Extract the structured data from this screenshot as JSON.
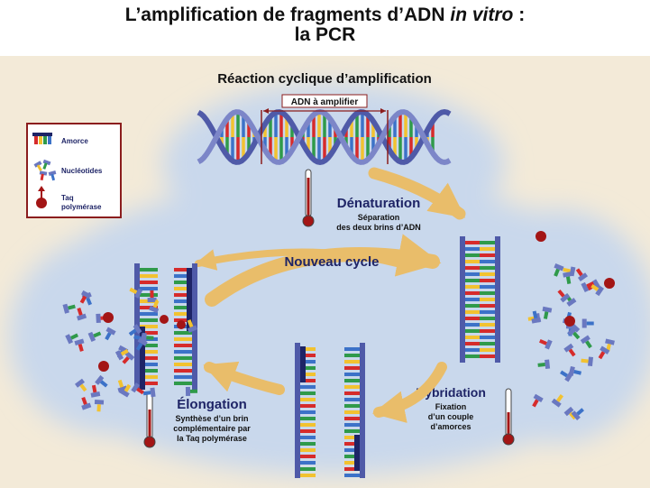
{
  "title": {
    "line1_prefix": "L’amplification de fragments d’ADN ",
    "line1_italic": "in vitro",
    "line1_suffix": " :",
    "line2": "la PCR"
  },
  "diagram": {
    "header": "Réaction cyclique d’amplification",
    "dna_label": "ADN à amplifier",
    "center_label": "Nouveau cycle",
    "steps": {
      "denaturation": {
        "title": "Dénaturation",
        "desc1": "Séparation",
        "desc2": "des deux brins d’ADN"
      },
      "hybridation": {
        "title": "Hybridation",
        "desc1": "Fixation",
        "desc2": "d’un couple",
        "desc3": "d’amorces"
      },
      "elongation": {
        "title": "Élongation",
        "desc1": "Synthèse d’un brin",
        "desc2": "complémentaire par",
        "desc3": "la Taq polymérase"
      }
    },
    "legend": {
      "items": [
        {
          "label": "Amorce",
          "icon": "primer-icon"
        },
        {
          "label": "Nucléotides",
          "icon": "nucleotides-icon"
        },
        {
          "label1": "Taq",
          "label2": "polymérase",
          "icon": "polymerase-icon"
        }
      ]
    }
  },
  "colors": {
    "background_panel": "#f3ead8",
    "cloud": "#c9d8ec",
    "arrow": "#e9bd6a",
    "backbone": "#4f5aa8",
    "legend_border": "#8b1d1d",
    "thermometer": "#a31515",
    "base_colors": [
      "#d62b2b",
      "#f2c230",
      "#2f9a4a",
      "#3c72c8"
    ]
  }
}
